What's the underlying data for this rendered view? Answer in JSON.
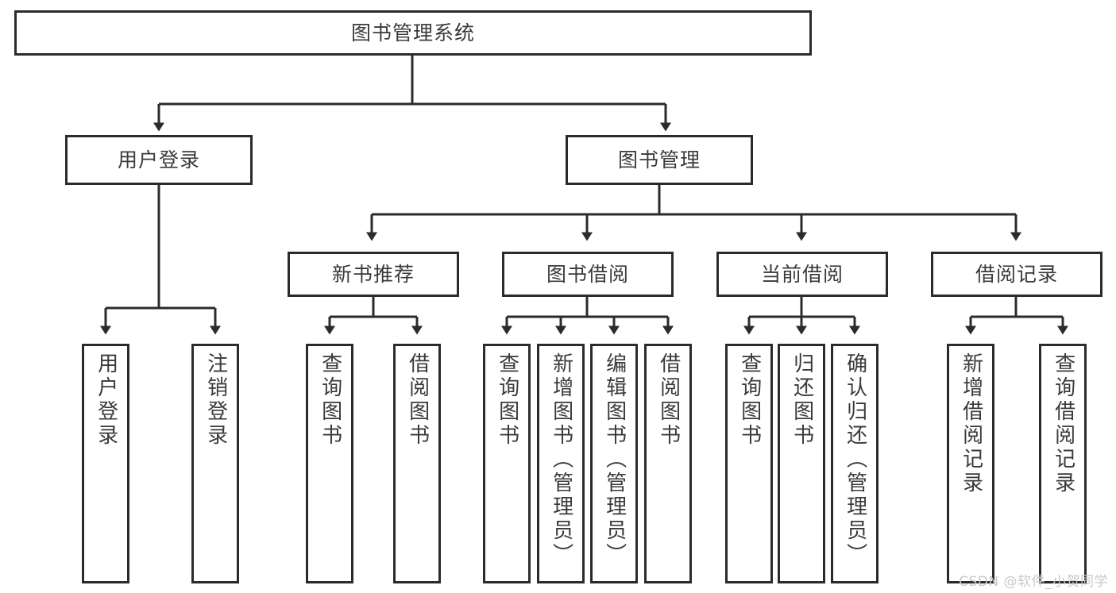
{
  "diagram": {
    "title": "图书管理系统",
    "type": "tree",
    "stroke_color": "#2b2b2b",
    "text_color": "#3a3a3a",
    "background_color": "#ffffff",
    "root": {
      "id": "root",
      "label": "图书管理系统",
      "orientation": "horizontal"
    },
    "level2": [
      {
        "id": "user-login",
        "label": "用户登录",
        "orientation": "horizontal"
      },
      {
        "id": "book-manage",
        "label": "图书管理",
        "orientation": "horizontal"
      }
    ],
    "level3": [
      {
        "id": "new-book-recommend",
        "label": "新书推荐",
        "orientation": "horizontal",
        "parent": "book-manage"
      },
      {
        "id": "book-borrow",
        "label": "图书借阅",
        "orientation": "horizontal",
        "parent": "book-manage"
      },
      {
        "id": "current-borrow",
        "label": "当前借阅",
        "orientation": "horizontal",
        "parent": "book-manage"
      },
      {
        "id": "borrow-record",
        "label": "借阅记录",
        "orientation": "horizontal",
        "parent": "book-manage"
      }
    ],
    "leaves": [
      {
        "id": "leaf-user-login",
        "label": "用户登录",
        "parent": "user-login"
      },
      {
        "id": "leaf-logout-login",
        "label": "注销登录",
        "parent": "user-login"
      },
      {
        "id": "leaf-query-book-1",
        "label": "查询图书",
        "parent": "new-book-recommend"
      },
      {
        "id": "leaf-borrow-book-1",
        "label": "借阅图书",
        "parent": "new-book-recommend"
      },
      {
        "id": "leaf-query-book-2",
        "label": "查询图书",
        "parent": "book-borrow"
      },
      {
        "id": "leaf-add-book-admin",
        "label": "新增图书（管理员）",
        "parent": "book-borrow"
      },
      {
        "id": "leaf-edit-book-admin",
        "label": "编辑图书（管理员）",
        "parent": "book-borrow"
      },
      {
        "id": "leaf-borrow-book-2",
        "label": "借阅图书",
        "parent": "book-borrow"
      },
      {
        "id": "leaf-query-book-3",
        "label": "查询图书",
        "parent": "current-borrow"
      },
      {
        "id": "leaf-return-book",
        "label": "归还图书",
        "parent": "current-borrow"
      },
      {
        "id": "leaf-confirm-return-admin",
        "label": "确认归还（管理员）",
        "parent": "current-borrow"
      },
      {
        "id": "leaf-add-borrow-record",
        "label": "新增借阅记录",
        "parent": "borrow-record"
      },
      {
        "id": "leaf-query-borrow-record",
        "label": "查询借阅记录",
        "parent": "borrow-record"
      }
    ]
  },
  "watermark": {
    "text": "CSDN @软件_小贺同学"
  }
}
